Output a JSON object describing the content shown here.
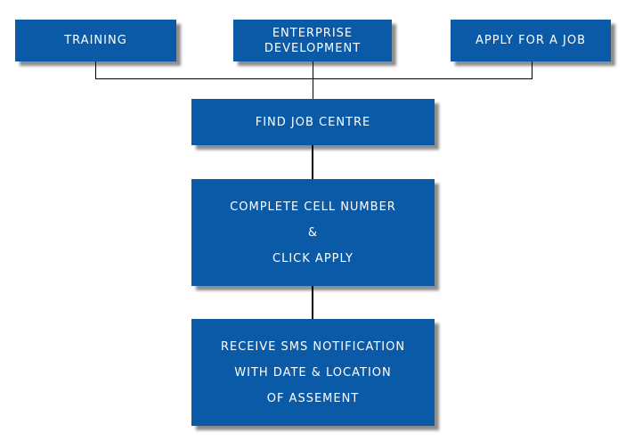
{
  "colors": {
    "background": "#ffffff",
    "box-fill": "#0b5aa7",
    "box-text": "#ffffff",
    "line": "#000000"
  },
  "nodes": {
    "training": {
      "label": "TRAINING"
    },
    "enterprise_development": {
      "lines": [
        "ENTERPRISE",
        "DEVELOPMENT"
      ]
    },
    "apply_for_job": {
      "label": "APPLY FOR A JOB"
    },
    "find_job_centre": {
      "label": "FIND JOB CENTRE"
    },
    "complete_cell_number": {
      "lines": [
        "COMPLETE CELL NUMBER",
        "&",
        "CLICK APPLY"
      ]
    },
    "receive_sms": {
      "lines": [
        "RECEIVE SMS NOTIFICATION",
        "WITH DATE & LOCATION",
        "OF ASSEMENT"
      ]
    }
  },
  "edges": [
    {
      "from": "training",
      "to": "find_job_centre"
    },
    {
      "from": "enterprise_development",
      "to": "find_job_centre"
    },
    {
      "from": "apply_for_job",
      "to": "find_job_centre"
    },
    {
      "from": "find_job_centre",
      "to": "complete_cell_number"
    },
    {
      "from": "complete_cell_number",
      "to": "receive_sms"
    }
  ]
}
